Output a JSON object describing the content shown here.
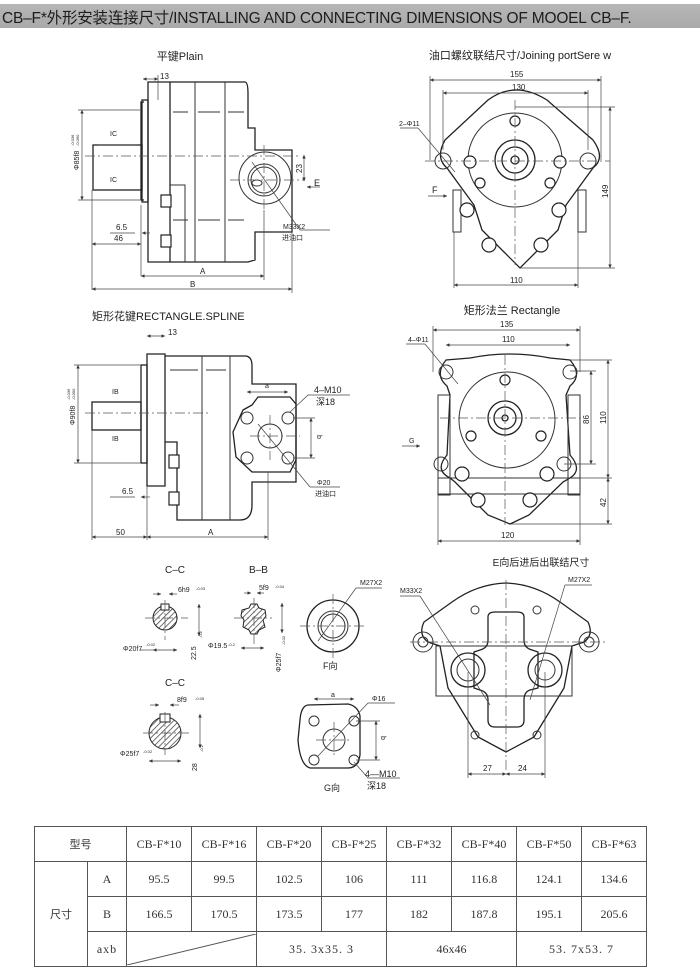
{
  "title": "CB–F*外形安装连接尺寸/INSTALLING AND CONNECTING DIMENSIONS OF MOOEL CB–F.",
  "views": {
    "plain": {
      "caption": "平键Plain",
      "dims": {
        "d13": "13",
        "shaft": "Φ85f8",
        "tol_top": "-0.036",
        "tol_bot": "-0.090",
        "ic_top": "IC",
        "ic_bot": "IC",
        "d23": "23",
        "e": "E",
        "port": "M33X2",
        "port_label": "进油口",
        "d65": "6.5",
        "d46": "46",
        "a": "A",
        "b": "B"
      }
    },
    "joining": {
      "caption": "油口螺纹联结尺寸/Joining portSere w",
      "dims": {
        "d155": "155",
        "d130": "130",
        "holes": "2–Φ11",
        "f": "F",
        "d149": "149",
        "d110": "110"
      }
    },
    "spline": {
      "caption": "矩形花键RECTANGLE.SPLINE",
      "dims": {
        "d13": "13",
        "shaft": "Φ90f8",
        "tol_top": "-0.036",
        "tol_bot": "-0.090",
        "ib_top": "IB",
        "ib_bot": "IB",
        "a_small": "a",
        "b_small": "b",
        "bolts": "4–M10",
        "depth": "深18",
        "port": "Φ20",
        "port_label": "进油口",
        "d65": "6.5",
        "d50": "50",
        "a": "A"
      }
    },
    "rectangle": {
      "caption": "矩形法兰 Rectangle",
      "dims": {
        "d135": "135",
        "d110": "110",
        "holes": "4–Φ11",
        "g": "G",
        "d86": "86",
        "d110v": "110",
        "d42": "42",
        "d120": "120"
      }
    },
    "cc1": {
      "caption": "C–C",
      "key": "6h9",
      "key_tol": "-0.03",
      "dia": "Φ20f7",
      "dia_tol": "-0.02",
      "height": "22.5",
      "height_tol": "-0.2"
    },
    "bb": {
      "caption": "B–B",
      "key": "5f9",
      "key_tol": "-0.04",
      "inner": "Φ19.5",
      "inner_tol": "-0.2",
      "outer": "Φ25f7",
      "outer_tol": "-0.02"
    },
    "cc2": {
      "caption": "C–C",
      "key": "8f9",
      "key_tol": "-0.05",
      "dia": "Φ25f7",
      "dia_tol": "-0.02",
      "height": "28",
      "height_tol": "-0.2"
    },
    "f_view": {
      "caption": "F向",
      "thread": "M27X2"
    },
    "g_view": {
      "caption": "G向",
      "a": "a",
      "b": "b",
      "port": "Φ16",
      "bolts": "4—M10",
      "depth": "深18"
    },
    "e_view": {
      "caption": "E向后进后出联结尺寸",
      "inlet": "M33X2",
      "outlet": "M27X2",
      "d27": "27",
      "d24": "24"
    }
  },
  "table": {
    "model_header": "型号",
    "models": [
      "CB-F*10",
      "CB-F*16",
      "CB-F*20",
      "CB-F*25",
      "CB-F*32",
      "CB-F*40",
      "CB-F*50",
      "CB-F*63"
    ],
    "size_header": "尺寸",
    "rows": [
      {
        "label": "A",
        "values": [
          "95.5",
          "99.5",
          "102.5",
          "106",
          "111",
          "116.8",
          "124.1",
          "134.6"
        ]
      },
      {
        "label": "B",
        "values": [
          "166.5",
          "170.5",
          "173.5",
          "177",
          "182",
          "187.8",
          "195.1",
          "205.6"
        ]
      }
    ],
    "axb": {
      "label": "axb",
      "groups": [
        "35. 3x35. 3",
        "46x46",
        "53. 7x53. 7"
      ]
    }
  }
}
